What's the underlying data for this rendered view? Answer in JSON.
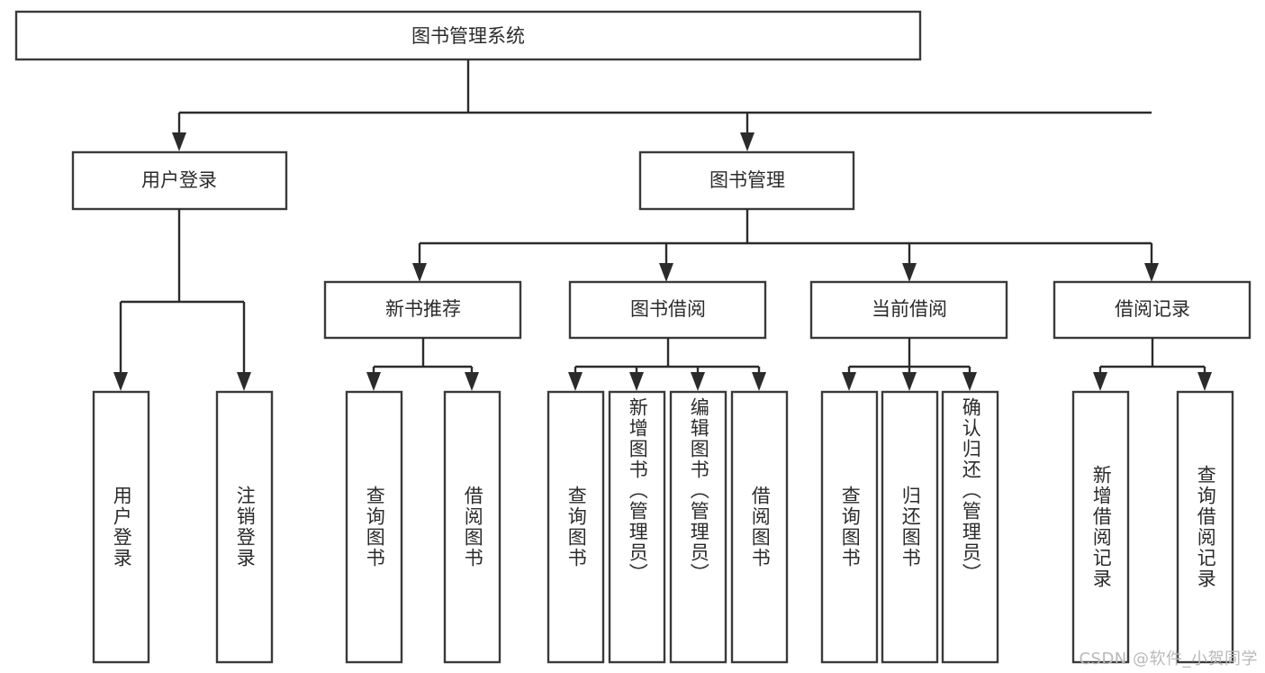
{
  "diagram": {
    "title": "图书管理系统",
    "type": "tree-hierarchy-chart",
    "root": {
      "id": "root",
      "label": "图书管理系统",
      "orientation": "horizontal"
    },
    "level2": [
      {
        "id": "user-login",
        "label": "用户登录",
        "orientation": "horizontal"
      },
      {
        "id": "book-management",
        "label": "图书管理",
        "orientation": "horizontal"
      }
    ],
    "level3": [
      {
        "id": "new-book-recommend",
        "label": "新书推荐",
        "parent": "book-management",
        "orientation": "horizontal"
      },
      {
        "id": "book-borrow",
        "label": "图书借阅",
        "parent": "book-management",
        "orientation": "horizontal"
      },
      {
        "id": "current-borrow",
        "label": "当前借阅",
        "parent": "book-management",
        "orientation": "horizontal"
      },
      {
        "id": "borrow-record",
        "label": "借阅记录",
        "parent": "book-management",
        "orientation": "horizontal"
      }
    ],
    "leaves": [
      {
        "id": "leaf-user-login",
        "label": "用户登录",
        "parent": "user-login",
        "orientation": "vertical"
      },
      {
        "id": "leaf-logout-login",
        "label": "注销登录",
        "parent": "user-login",
        "orientation": "vertical"
      },
      {
        "id": "leaf-query-book-1",
        "label": "查询图书",
        "parent": "new-book-recommend",
        "orientation": "vertical"
      },
      {
        "id": "leaf-borrow-book-1",
        "label": "借阅图书",
        "parent": "new-book-recommend",
        "orientation": "vertical"
      },
      {
        "id": "leaf-query-book-2",
        "label": "查询图书",
        "parent": "book-borrow",
        "orientation": "vertical"
      },
      {
        "id": "leaf-add-book",
        "label": "新增图书（管理员）",
        "parent": "book-borrow",
        "orientation": "vertical"
      },
      {
        "id": "leaf-edit-book",
        "label": "编辑图书（管理员）",
        "parent": "book-borrow",
        "orientation": "vertical"
      },
      {
        "id": "leaf-borrow-book-2",
        "label": "借阅图书",
        "parent": "book-borrow",
        "orientation": "vertical"
      },
      {
        "id": "leaf-query-book-3",
        "label": "查询图书",
        "parent": "current-borrow",
        "orientation": "vertical"
      },
      {
        "id": "leaf-return-book",
        "label": "归还图书",
        "parent": "current-borrow",
        "orientation": "vertical"
      },
      {
        "id": "leaf-confirm-return",
        "label": "确认归还（管理员）",
        "parent": "current-borrow",
        "orientation": "vertical"
      },
      {
        "id": "leaf-add-record",
        "label": "新增借阅记录",
        "parent": "borrow-record",
        "orientation": "vertical"
      },
      {
        "id": "leaf-query-record",
        "label": "查询借阅记录",
        "parent": "borrow-record",
        "orientation": "vertical"
      }
    ],
    "colors": {
      "box_stroke": "#3a3a3a",
      "box_fill": "#ffffff",
      "connector": "#2b2b2b",
      "text": "#2b2b2b",
      "background": "#ffffff",
      "watermark": "#b9b9b9"
    }
  },
  "watermark": {
    "text": "CSDN @软件_小贺同学"
  }
}
